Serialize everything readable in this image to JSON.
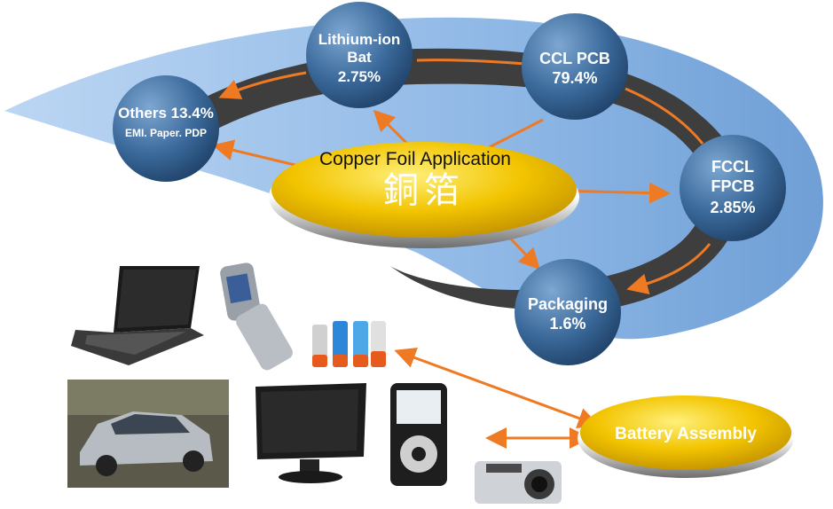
{
  "diagram": {
    "center": {
      "title": "Copper Foil Application",
      "cjk": "銅箔"
    },
    "nodes": {
      "lithium": {
        "line1": "Lithium-ion",
        "line2": "Bat",
        "line3": "2.75%"
      },
      "ccl": {
        "line1": "CCL PCB",
        "line2": "79.4%"
      },
      "fccl": {
        "line1": "FCCL",
        "line2": "FPCB",
        "line3": "2.85%"
      },
      "packaging": {
        "line1": "Packaging",
        "line2": "1.6%"
      },
      "others": {
        "line1": "Others 13.4%",
        "line2": "EMI. Paper. PDP"
      }
    },
    "battery": {
      "label": "Battery Assembly"
    },
    "devices": [
      "laptop",
      "flip-phone",
      "aa-batteries",
      "sedan-car",
      "lcd-monitor",
      "mp3-player",
      "digital-camera"
    ],
    "colors": {
      "sky": "#8fb8e6",
      "ring": "#3e3e3e",
      "node": "#2f5c8a",
      "gold": "#e9b800",
      "arrow": "#ef7a24"
    }
  }
}
